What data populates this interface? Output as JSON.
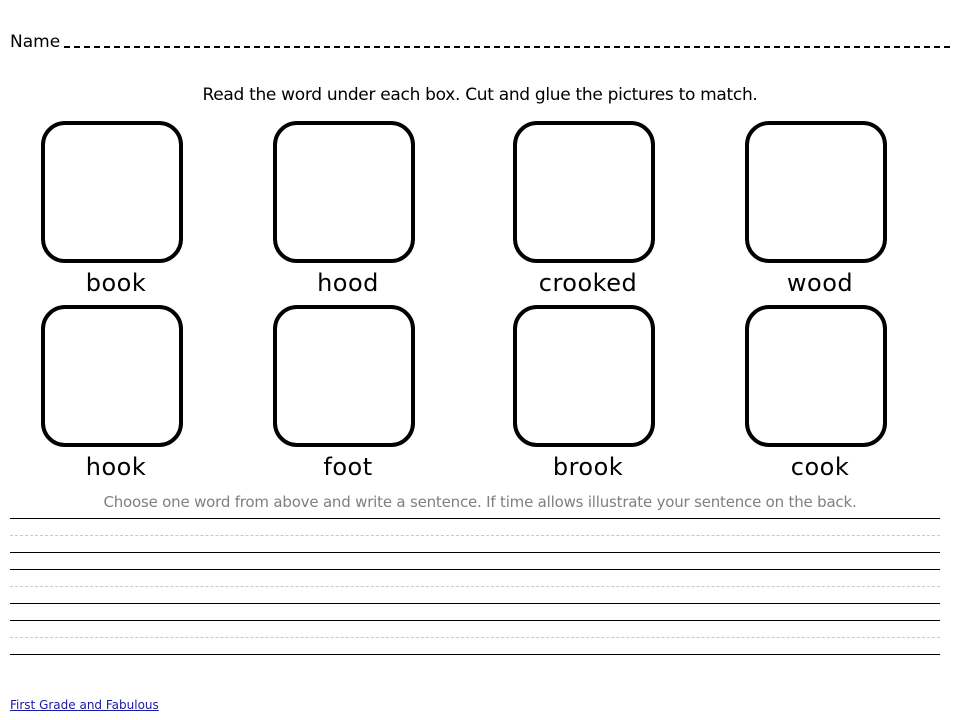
{
  "header": {
    "name_label": "Name"
  },
  "instructions": "Read the word under each box.  Cut and glue the pictures to match.",
  "boxes": {
    "row1": [
      "book",
      "hood",
      "crooked",
      "wood"
    ],
    "row2": [
      "hook",
      "foot",
      "brook",
      "cook"
    ]
  },
  "writing": {
    "prompt": "Choose one word from above and write a sentence.  If time allows illustrate your sentence on the back."
  },
  "footer": {
    "credit": "First Grade and Fabulous"
  }
}
